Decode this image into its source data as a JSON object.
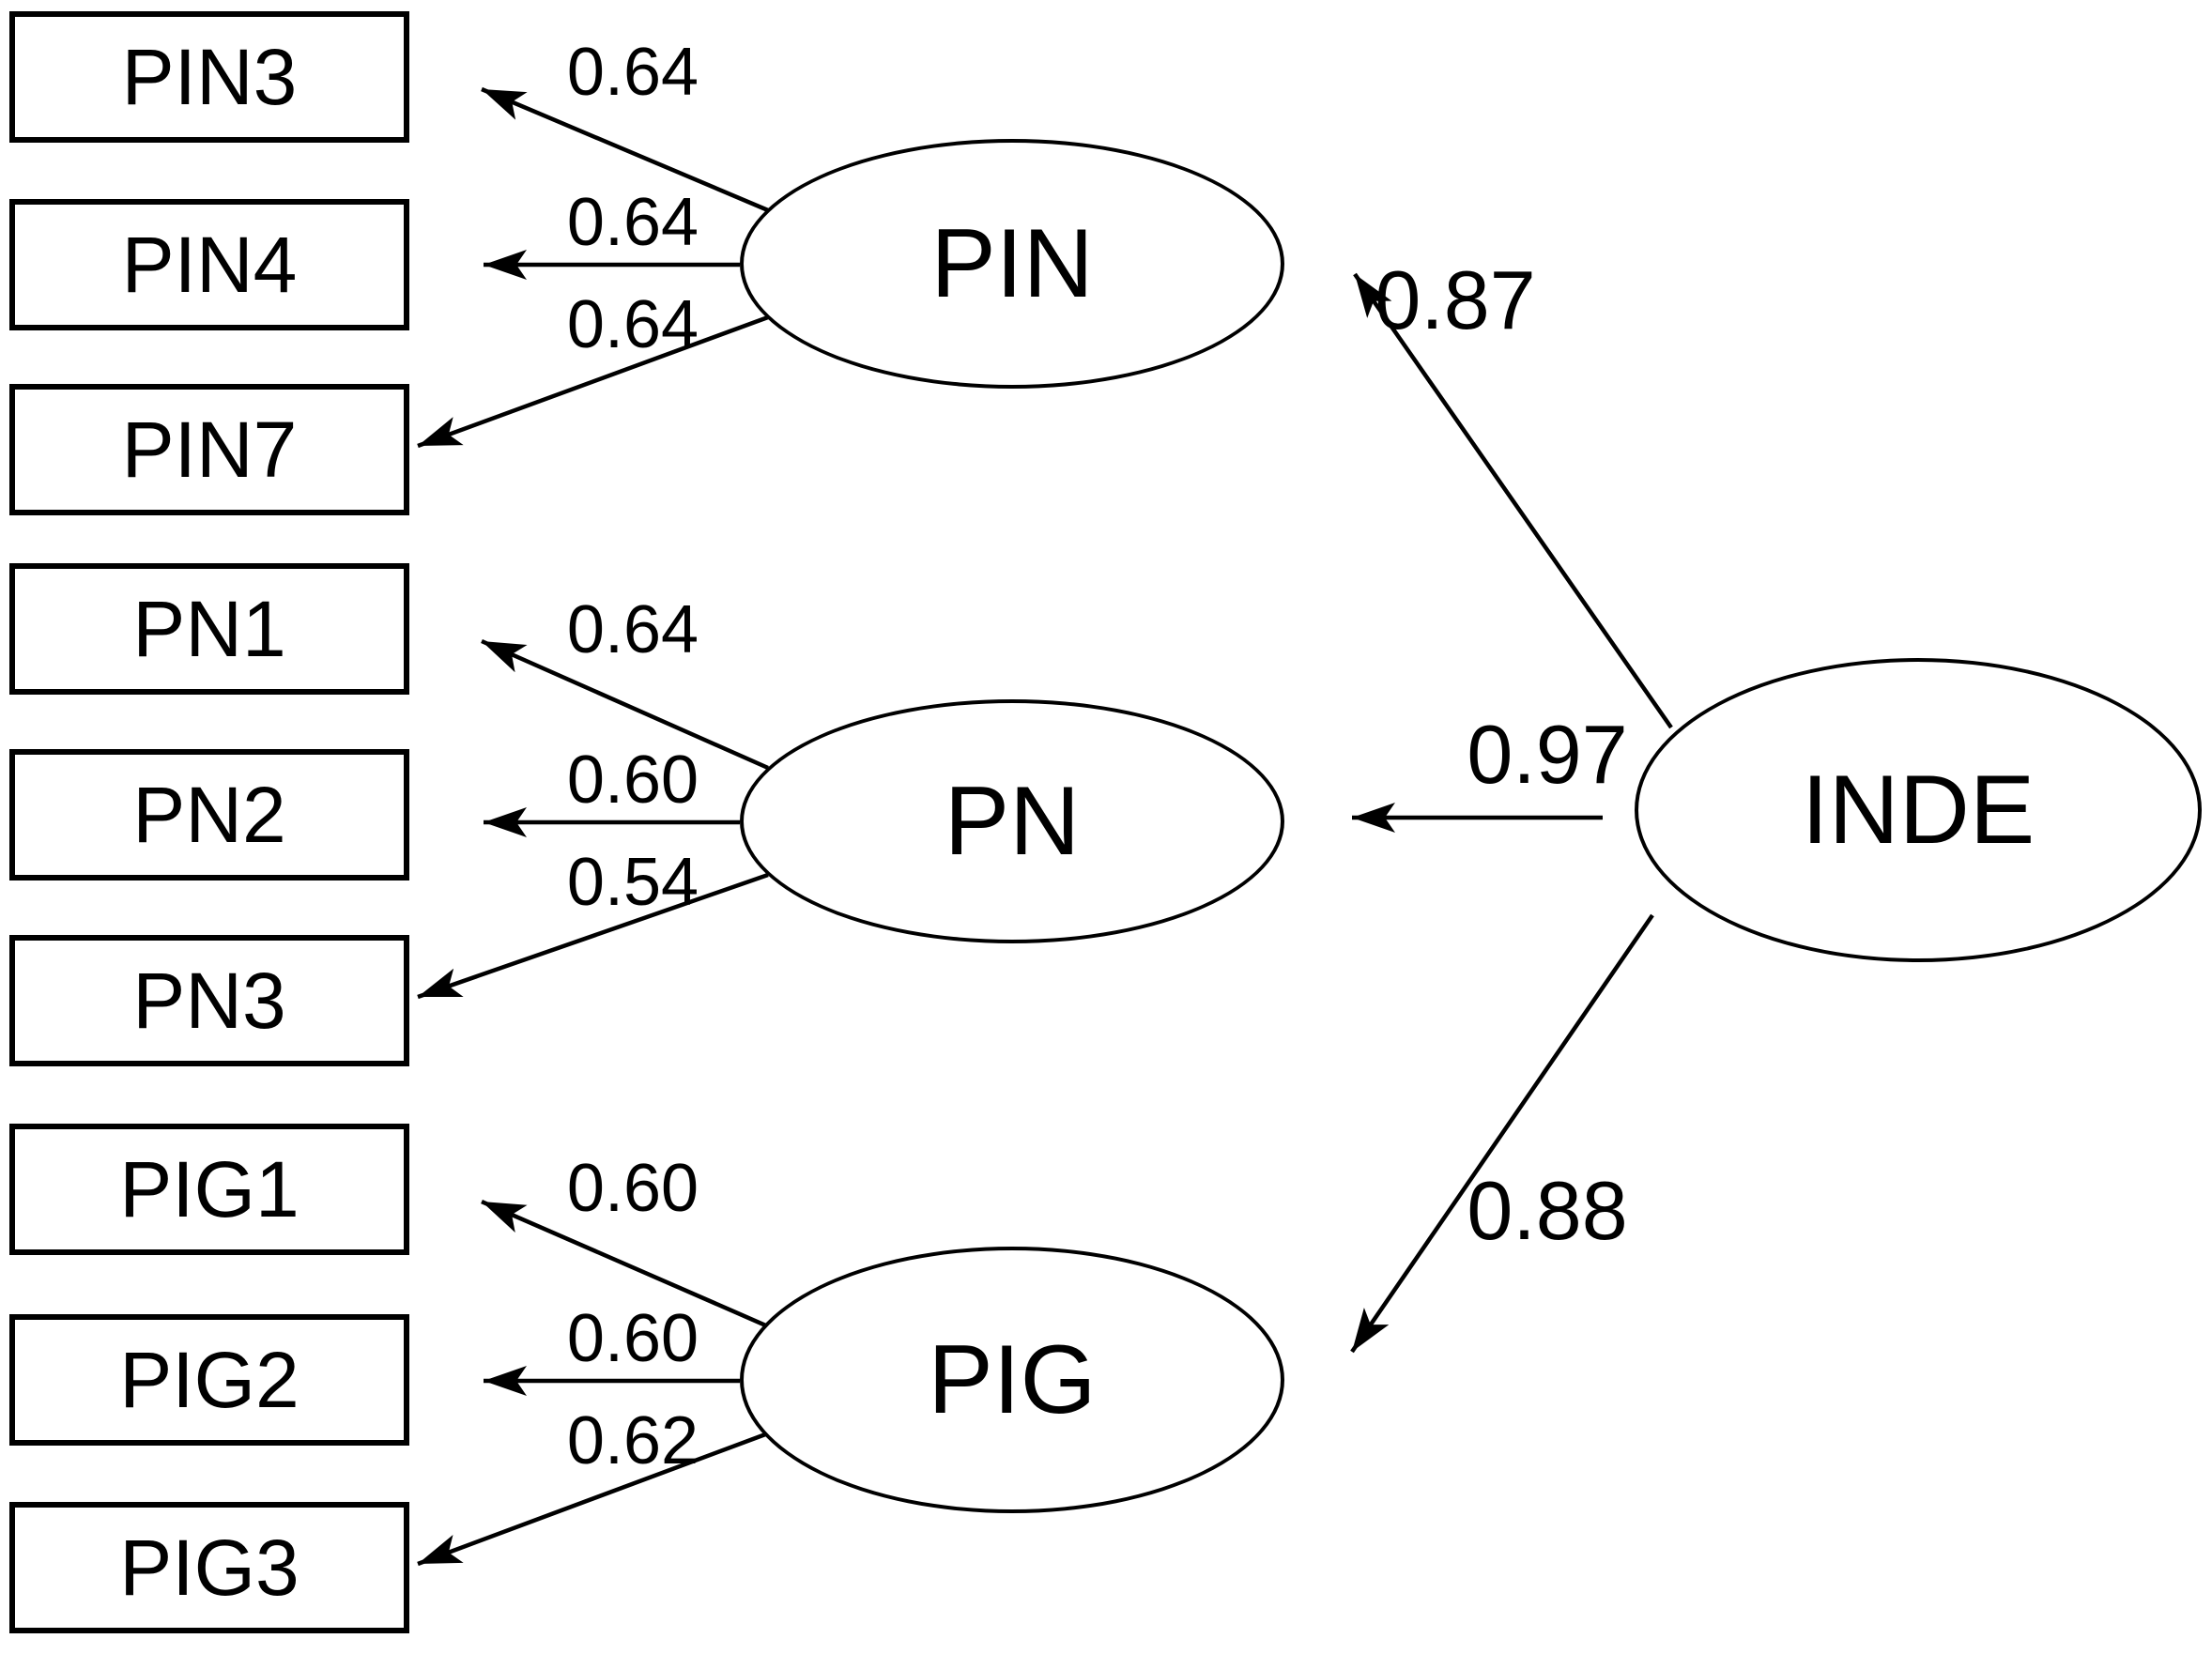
{
  "colors": {
    "stroke": "#000000",
    "background": "#ffffff",
    "text": "#000000"
  },
  "latents": {
    "pin": "PIN",
    "pn": "PN",
    "pig": "PIG",
    "inde": "INDE"
  },
  "groups": [
    {
      "latent": "PIN",
      "indicators": [
        {
          "label": "PIN3",
          "loading": "0.64"
        },
        {
          "label": "PIN4",
          "loading": "0.64"
        },
        {
          "label": "PIN7",
          "loading": "0.64"
        }
      ]
    },
    {
      "latent": "PN",
      "indicators": [
        {
          "label": "PN1",
          "loading": "0.64"
        },
        {
          "label": "PN2",
          "loading": "0.60"
        },
        {
          "label": "PN3",
          "loading": "0.54"
        }
      ]
    },
    {
      "latent": "PIG",
      "indicators": [
        {
          "label": "PIG1",
          "loading": "0.60"
        },
        {
          "label": "PIG2",
          "loading": "0.60"
        },
        {
          "label": "PIG3",
          "loading": "0.62"
        }
      ]
    }
  ],
  "structural_paths": [
    {
      "from": "INDE",
      "to": "PIN",
      "coefficient": "0.87"
    },
    {
      "from": "INDE",
      "to": "PN",
      "coefficient": "0.97"
    },
    {
      "from": "INDE",
      "to": "PIG",
      "coefficient": "0.88"
    }
  ]
}
